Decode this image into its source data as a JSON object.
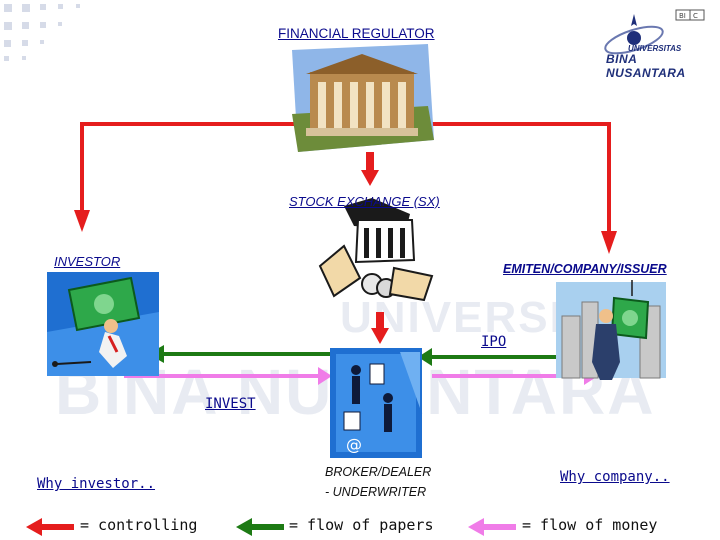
{
  "regulator": {
    "label": "FINANCIAL REGULATOR"
  },
  "stock_exchange": {
    "label": "STOCK EXCHANGE (SX)"
  },
  "investor": {
    "label": "INVESTOR"
  },
  "emiten": {
    "label": "EMITEN/COMPANY/ISSUER"
  },
  "ipo": {
    "label": "IPO"
  },
  "invest": {
    "label": "INVEST"
  },
  "broker": {
    "line1": "BROKER/DEALER",
    "line2": "- UNDERWRITER"
  },
  "why_investor": "Why investor..",
  "why_company": "Why company..",
  "legend": [
    {
      "text": "= controlling",
      "color": "#e51d1d",
      "icon": "red-arrow-left"
    },
    {
      "text": "= flow of papers",
      "color": "#1d7a14",
      "icon": "green-arrow-left"
    },
    {
      "text": "= flow of money",
      "color": "#f07ce8",
      "icon": "pink-arrow-left"
    }
  ],
  "logo": {
    "top": "UNIVERSITAS",
    "name": "BINA NUSANTARA"
  },
  "colors": {
    "control": "#e51d1d",
    "papers": "#1d7a14",
    "money": "#f07ce8",
    "text": "#0a0a8c"
  }
}
